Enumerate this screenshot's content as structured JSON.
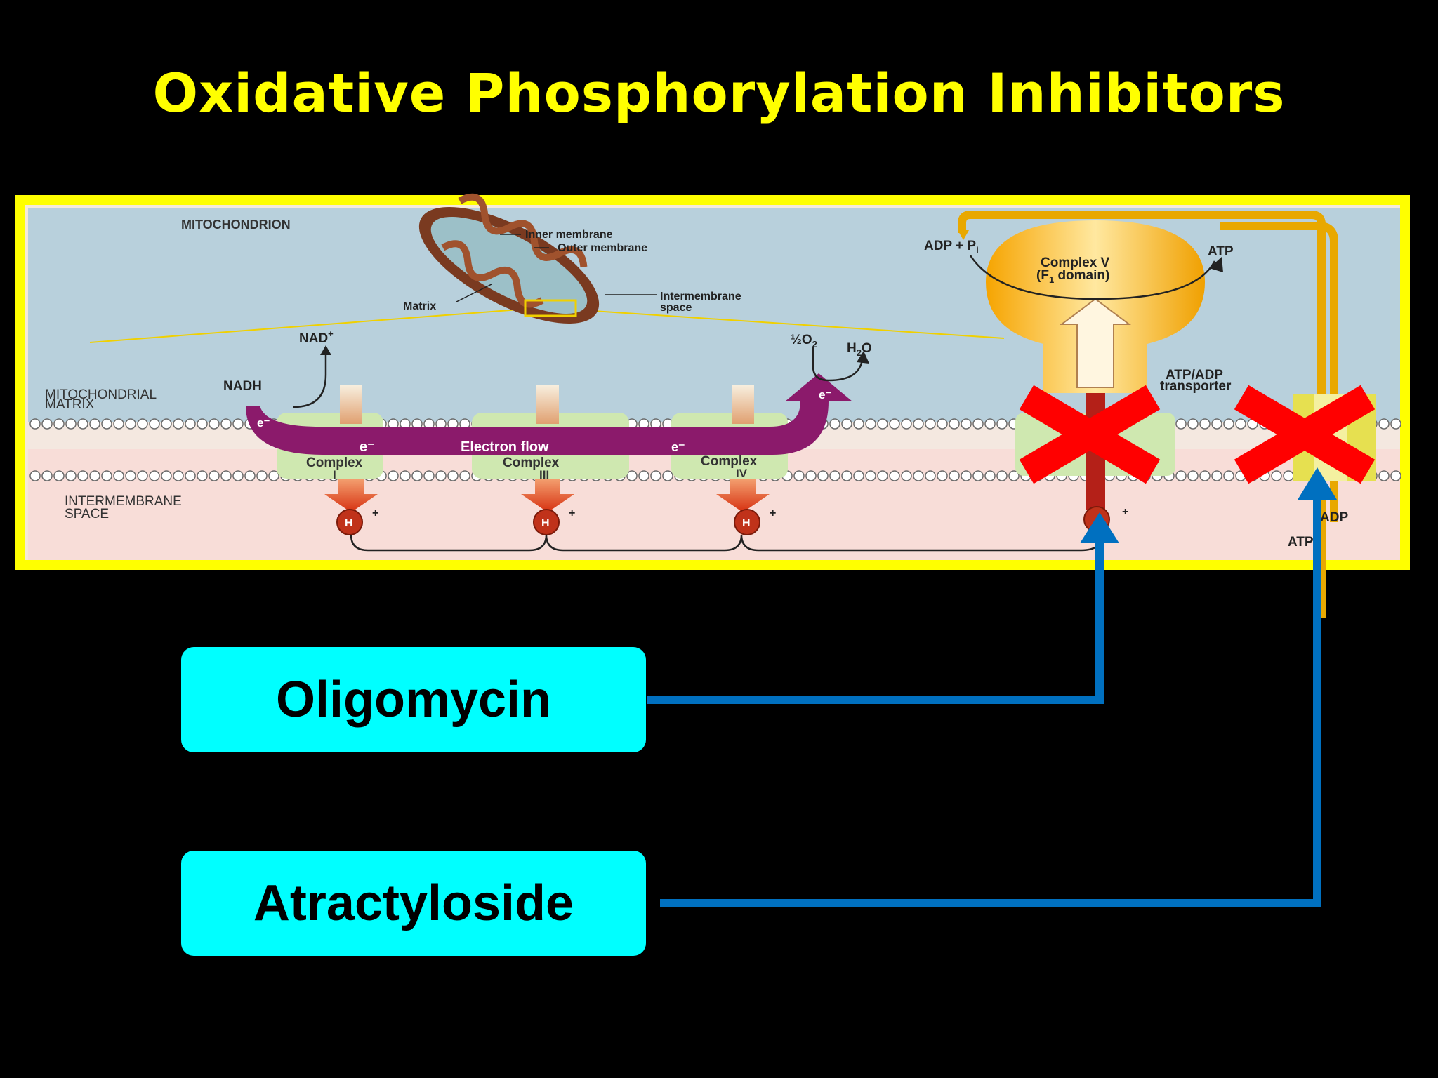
{
  "title": "Oxidative Phosphorylation Inhibitors",
  "figure": {
    "mitochondrion_label": "MITOCHONDRION",
    "inner_membrane": "Inner membrane",
    "outer_membrane": "Outer membrane",
    "matrix": "Matrix",
    "intermembrane_space_1": "Intermembrane",
    "intermembrane_space_2": "space",
    "mito_matrix_1": "MITOCHONDRIAL",
    "mito_matrix_2": "MATRIX",
    "intermembrane_region_1": "INTERMEMBRANE",
    "intermembrane_region_2": "SPACE",
    "nad": "NAD",
    "nad_sup": "+",
    "nadh": "NADH",
    "half_o2": "½O",
    "o2_sub": "2",
    "h2o": "H",
    "h2o_sub": "2",
    "h2o_o": "O",
    "electron": "e⁻",
    "electron_flow": "Electron flow",
    "complex_word": "Complex",
    "complex_1": "I",
    "complex_3": "III",
    "complex_4": "IV",
    "proton": "H",
    "proton_sup": "+",
    "adp_pi": "ADP + P",
    "pi_sub": "i",
    "atp_top": "ATP",
    "complex5_1": "Complex V",
    "complex5_2": "(F",
    "complex5_sub": "1",
    "complex5_3": " domain)",
    "transporter_1": "ATP/ADP",
    "transporter_2": "transporter",
    "adp_bottom": "ADP",
    "atp_bottom": "ATP"
  },
  "inhibitors": [
    {
      "name": "Oligomycin",
      "target": "Complex V"
    },
    {
      "name": "Atractyloside",
      "target": "ATP/ADP transporter"
    }
  ],
  "colors": {
    "title": "#ffff00",
    "frame": "#ffff00",
    "drug_box": "#00ffff",
    "connector": "#0070c0",
    "cross": "#ff0000",
    "electron_flow": "#8b1a6b"
  }
}
